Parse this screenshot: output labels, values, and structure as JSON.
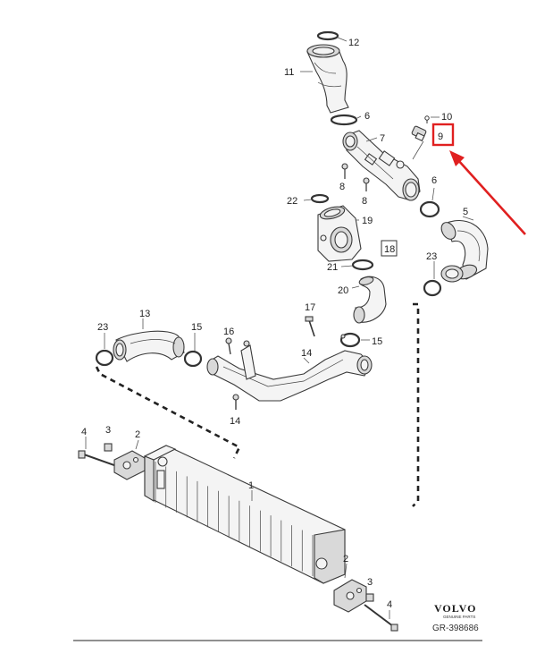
{
  "labels": {
    "l1": "1",
    "l2a": "2",
    "l2b": "2",
    "l3a": "3",
    "l3b": "3",
    "l4a": "4",
    "l4b": "4",
    "l5": "5",
    "l6a": "6",
    "l6b": "6",
    "l7": "7",
    "l8a": "8",
    "l8b": "8",
    "l9": "9",
    "l10": "10",
    "l11": "11",
    "l12": "12",
    "l13": "13",
    "l14a": "14",
    "l14b": "14",
    "l15a": "15",
    "l15b": "15",
    "l16": "16",
    "l17": "17",
    "l18": "18",
    "l19": "19",
    "l20": "20",
    "l21": "21",
    "l22": "22",
    "l23a": "23",
    "l23b": "23"
  },
  "brand": {
    "name": "VOLVO",
    "tagline": "GENUINE PARTS",
    "reference": "GR-398686"
  },
  "highlight": {
    "color": "#e02020",
    "target_label": "9"
  }
}
